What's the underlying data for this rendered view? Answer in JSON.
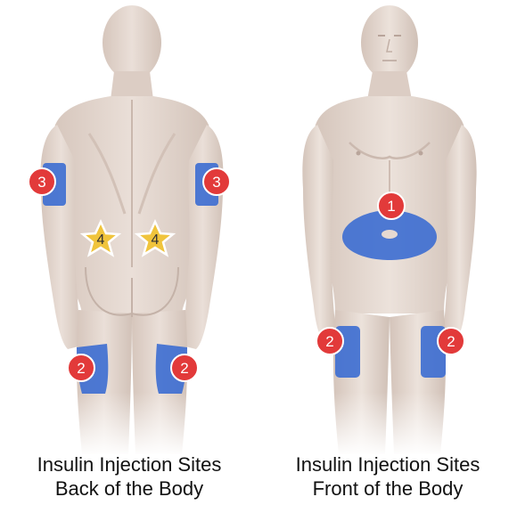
{
  "captions": {
    "back": {
      "line1": "Insulin Injection Sites",
      "line2": "Back of the Body"
    },
    "front": {
      "line1": "Insulin Injection Sites",
      "line2": "Front of the Body"
    }
  },
  "markers": {
    "back_arm_left": "3",
    "back_arm_right": "3",
    "back_hip_left": "4",
    "back_hip_right": "4",
    "back_thigh_left": "2",
    "back_thigh_right": "2",
    "front_abdomen": "1",
    "front_thigh_left": "2",
    "front_thigh_right": "2"
  },
  "colors": {
    "skin": "#e6d9d1",
    "skin_shadow": "#cdbcb2",
    "site_blue": "#3f6fd1",
    "marker_red": "#e23a3a",
    "star_gold": "#f0c43c"
  }
}
